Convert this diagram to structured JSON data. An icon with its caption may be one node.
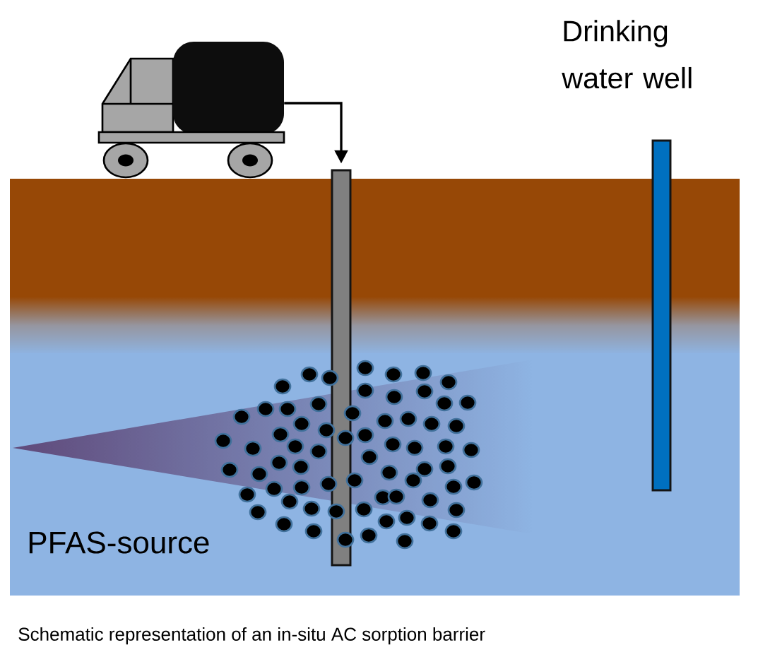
{
  "diagram": {
    "caption": "Schematic representation of an in-situ AC sorption barrier",
    "nodes": [
      {
        "text": [],
        "shape": "picture"
      },
      {
        "text": [],
        "shape": "bar"
      },
      {
        "text": [
          "Drinking water well"
        ]
      }
    ],
    "edges": [
      {
        "from": 0,
        "to": 1,
        "arrow": "to"
      }
    ],
    "labels": [
      "PFAS-source"
    ]
  }
}
